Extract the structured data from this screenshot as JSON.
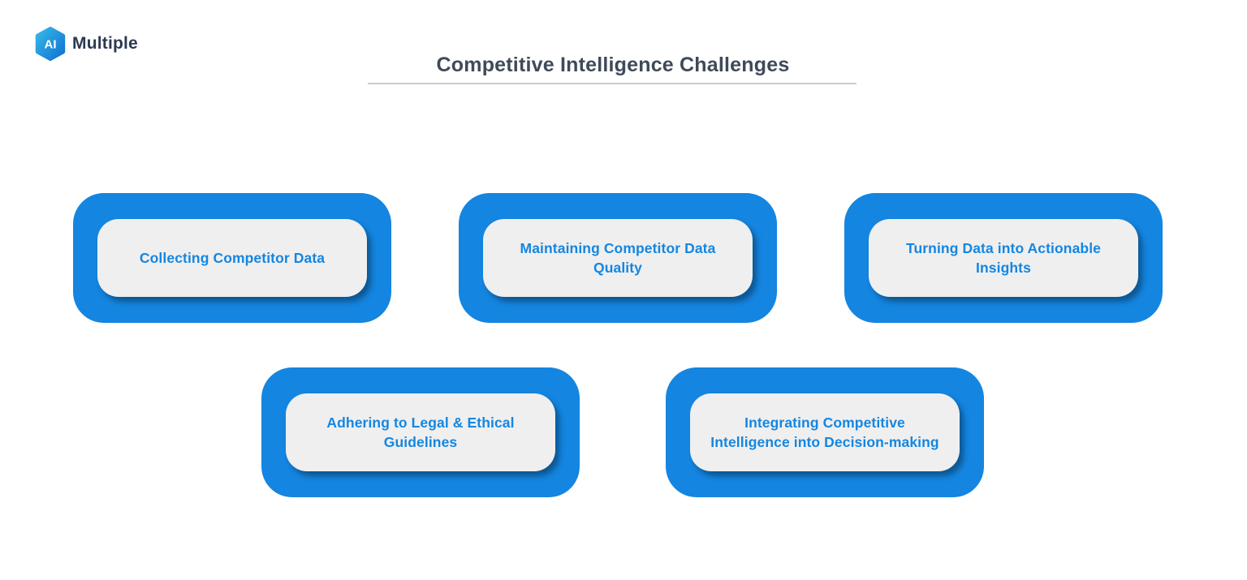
{
  "logo": {
    "mark": "AI",
    "name": "Multiple"
  },
  "header": {
    "title": "Competitive Intelligence Challenges"
  },
  "colors": {
    "box_blue": "#1485e0",
    "label_blue": "#1486e2",
    "inner_gray": "#efefef",
    "title_color": "#3f4a59"
  },
  "boxes": [
    {
      "label": "Collecting Competitor Data"
    },
    {
      "label": "Maintaining Competitor Data Quality"
    },
    {
      "label": "Turning Data into Actionable Insights"
    },
    {
      "label": "Adhering to Legal & Ethical Guidelines"
    },
    {
      "label": "Integrating Competitive Intelligence into Decision-making"
    }
  ]
}
